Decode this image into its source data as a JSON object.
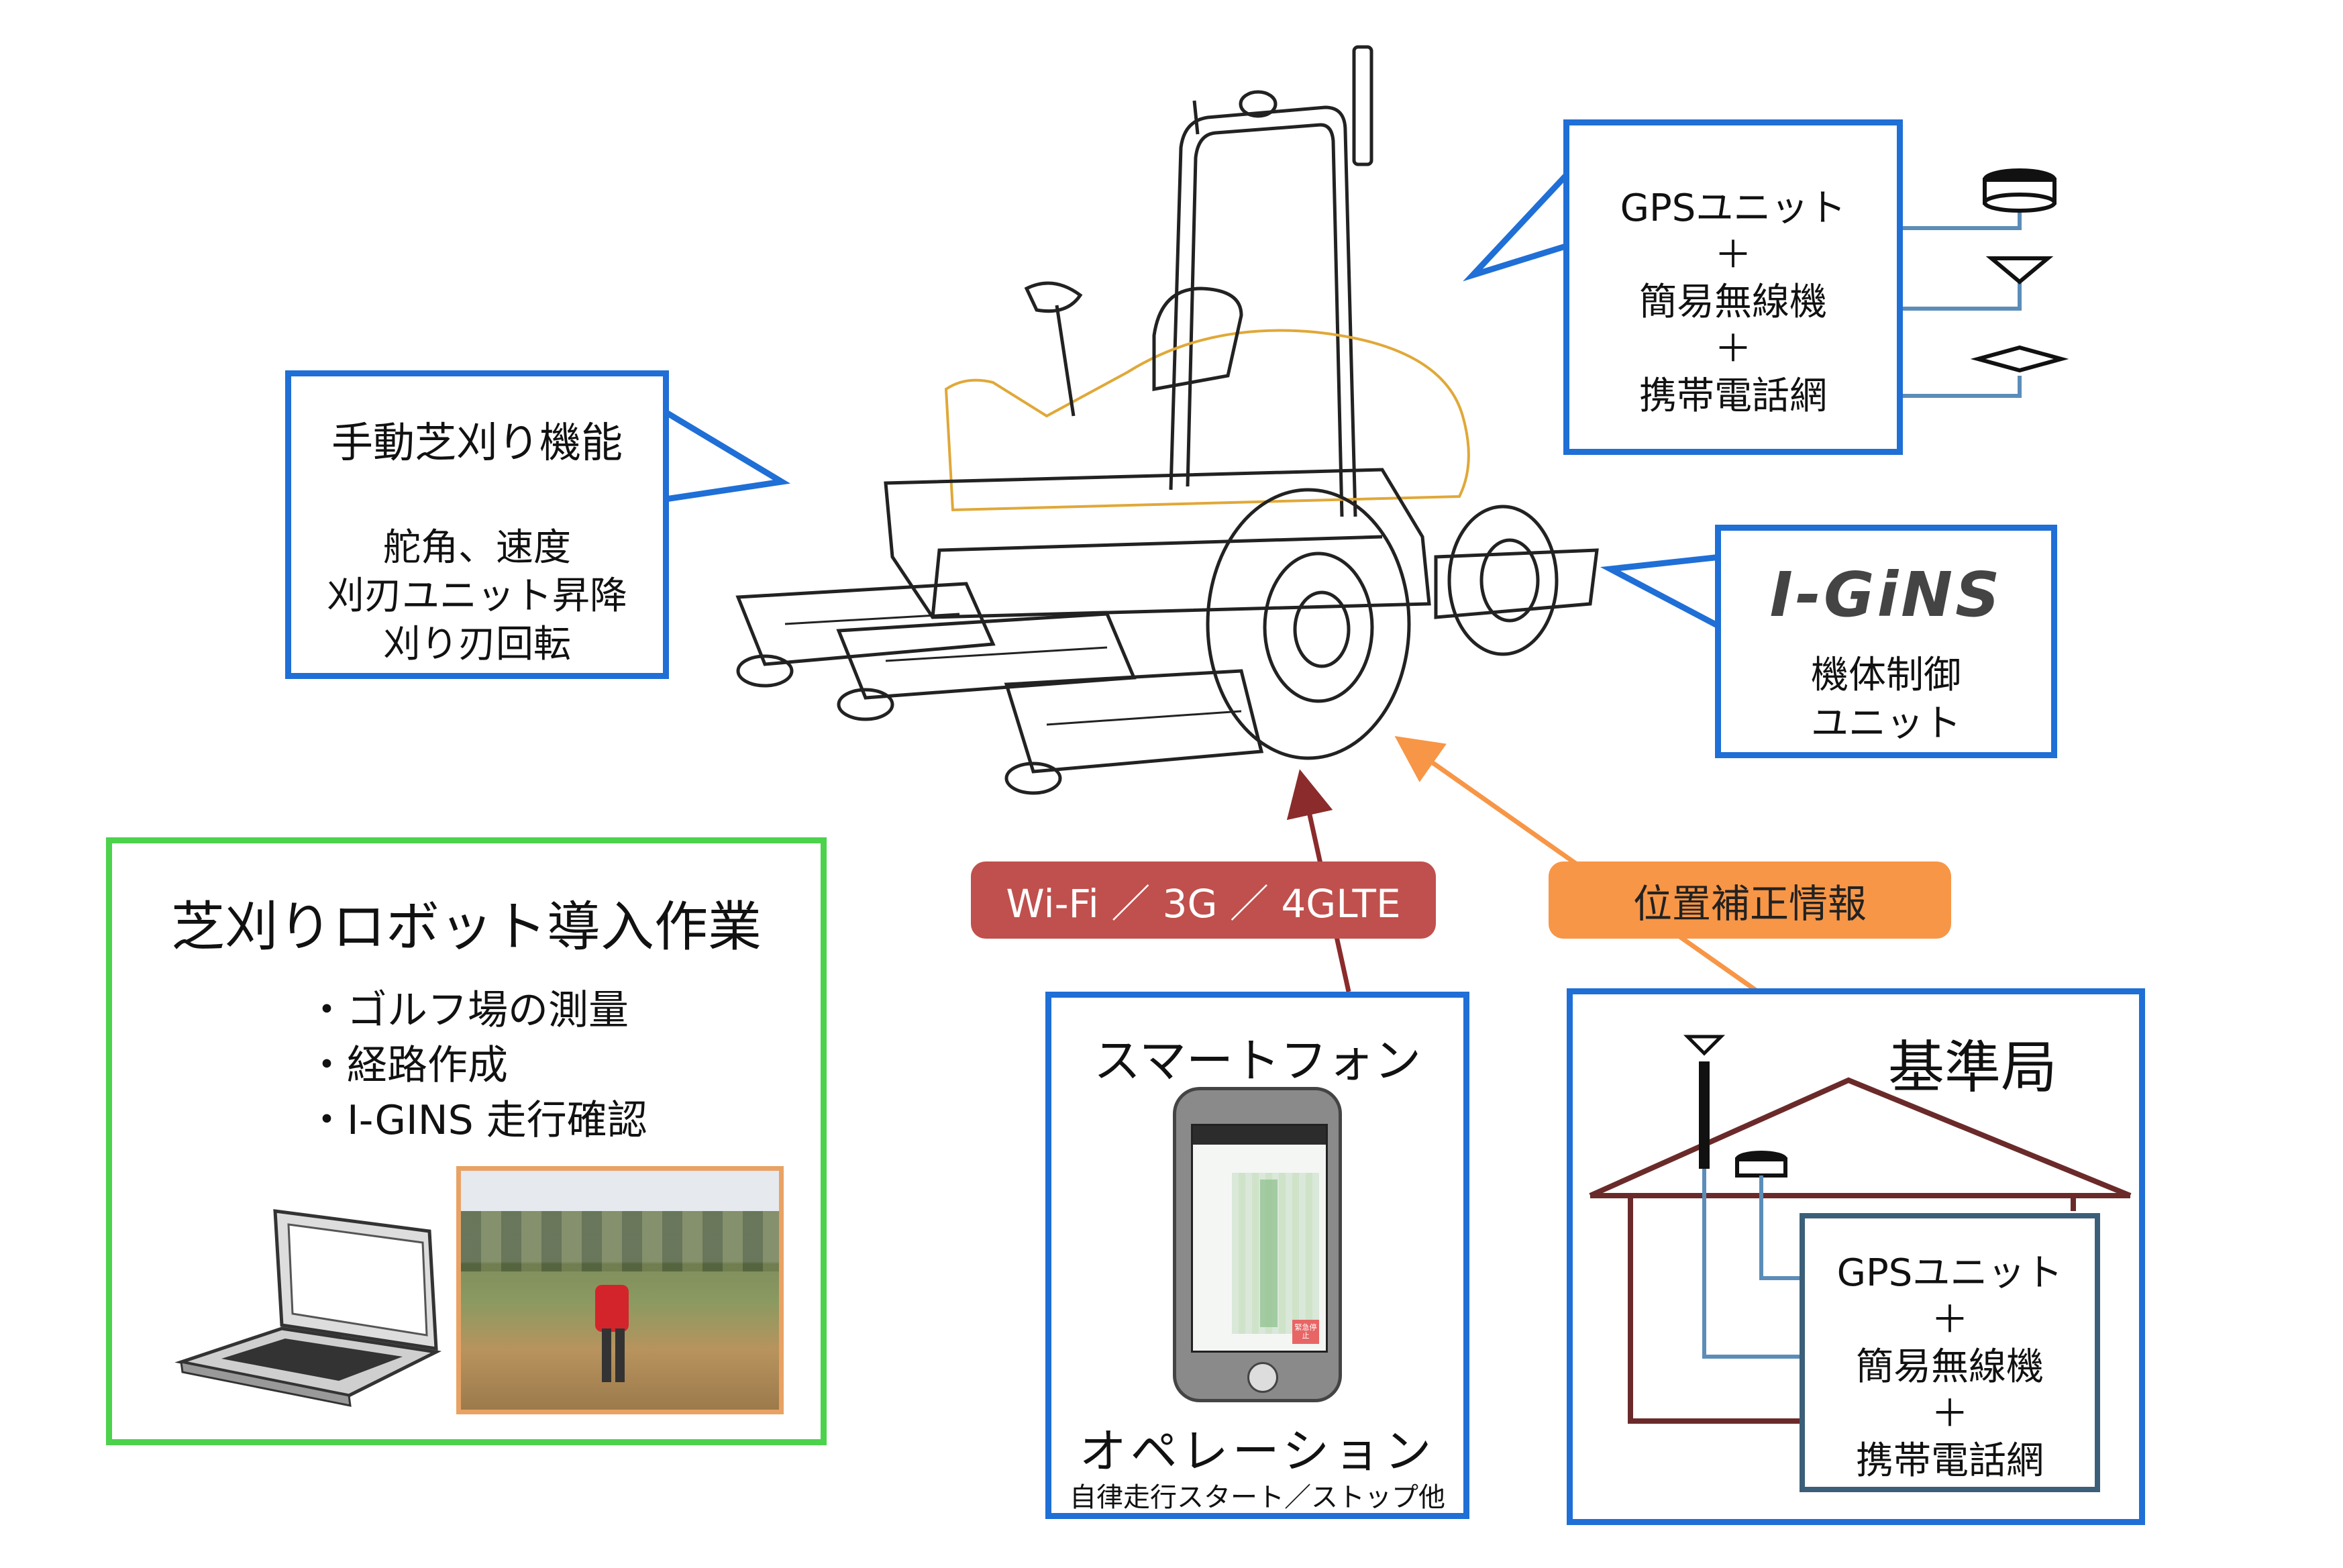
{
  "manual_box": {
    "title": "手動芝刈り機能",
    "lines": [
      "舵角、速度",
      "刈刃ユニット昇降",
      "刈り刃回転"
    ]
  },
  "gps_box": {
    "line1": "GPSユニット",
    "plus1": "＋",
    "line2": "簡易無線機",
    "plus2": "＋",
    "line3": "携帯電話網"
  },
  "igins_box": {
    "logo_text": "I-GiNS",
    "line1": "機体制御",
    "line2": "ユニット"
  },
  "intro_box": {
    "title": "芝刈りロボット導入作業",
    "items": [
      "・ゴルフ場の測量",
      "・経路作成",
      "・I-GINS 走行確認"
    ]
  },
  "comm_label": "Wi-Fi ／ 3G ／ 4GLTE",
  "correction_label": "位置補正情報",
  "phone_box": {
    "title": "スマートフォン",
    "caption": "オペレーション",
    "subcaption": "自律走行スタート／ストップ他",
    "screen_button": "緊急停止"
  },
  "base_box": {
    "title": "基準局",
    "line1": "GPSユニット",
    "plus1": "＋",
    "line2": "簡易無線機",
    "plus2": "＋",
    "line3": "携帯電話網"
  },
  "colors": {
    "box_blue": "#1f6fd6",
    "box_green": "#4cd24c",
    "comm_red": "#c0504d",
    "correction_orange": "#f79646",
    "arrow_dark_red": "#8b2b2b",
    "house_brown": "#6b2a2a",
    "wire_blue": "#5b8db8",
    "inner_box": "#3b5f78"
  }
}
